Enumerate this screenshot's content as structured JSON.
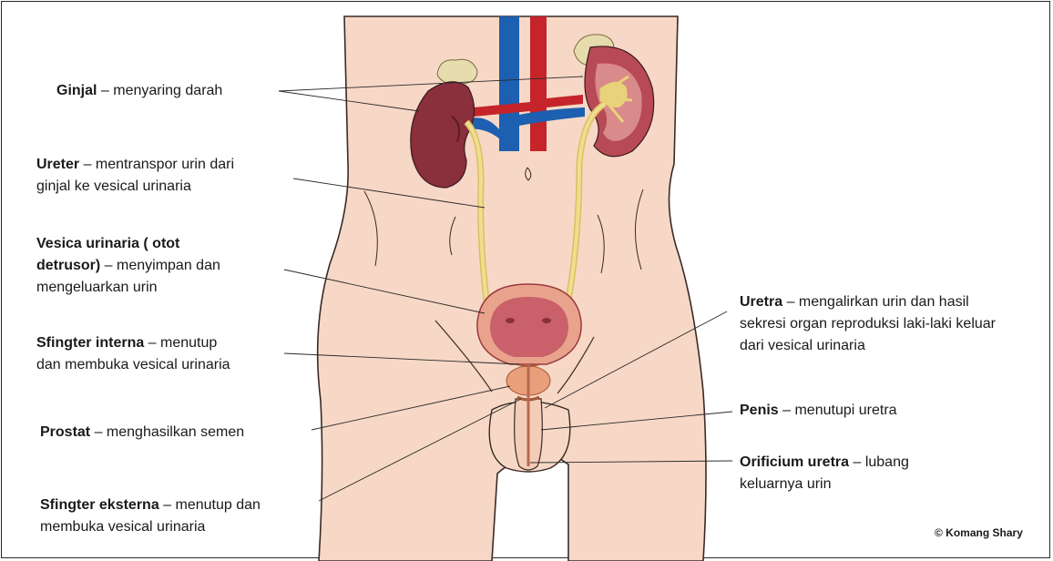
{
  "labels": {
    "ginjal": {
      "term": "Ginjal",
      "desc": " – menyaring darah"
    },
    "ureter": {
      "term": "Ureter",
      "desc": " – mentranspor urin dari",
      "line2": "ginjal ke vesical urinaria"
    },
    "vesica": {
      "term_line1": "Vesica urinaria ( otot",
      "term_line2": "detrusor)",
      "desc": " – menyimpan dan",
      "line3": "mengeluarkan urin"
    },
    "sfingter_interna": {
      "term": "Sfingter interna",
      "desc": " – menutup",
      "line2": "dan membuka vesical urinaria"
    },
    "prostat": {
      "term": "Prostat",
      "desc": " – menghasilkan semen"
    },
    "sfingter_eksterna": {
      "term": "Sfingter eksterna",
      "desc": " – menutup dan",
      "line2": "membuka vesical urinaria"
    },
    "uretra": {
      "term": "Uretra",
      "desc": " – mengalirkan urin dan hasil",
      "line2": "sekresi organ reproduksi laki-laki keluar",
      "line3": "dari vesical urinaria"
    },
    "penis": {
      "term": "Penis",
      "desc": " – menutupi uretra"
    },
    "orificium": {
      "term": "Orificium uretra",
      "desc": " – lubang",
      "line2": "keluarnya urin"
    }
  },
  "credit": "© Komang Shary",
  "colors": {
    "skin": "#f7d8c6",
    "skin_outline": "#3a2a25",
    "kidney": "#8a2f3c",
    "kidney_inner": "#d98a8a",
    "vein": "#1d5fb0",
    "artery": "#c4242a",
    "ureter": "#e8d27a",
    "adrenal": "#e6dcae",
    "bladder": "#c9606a",
    "prostate": "#e9a07a"
  }
}
